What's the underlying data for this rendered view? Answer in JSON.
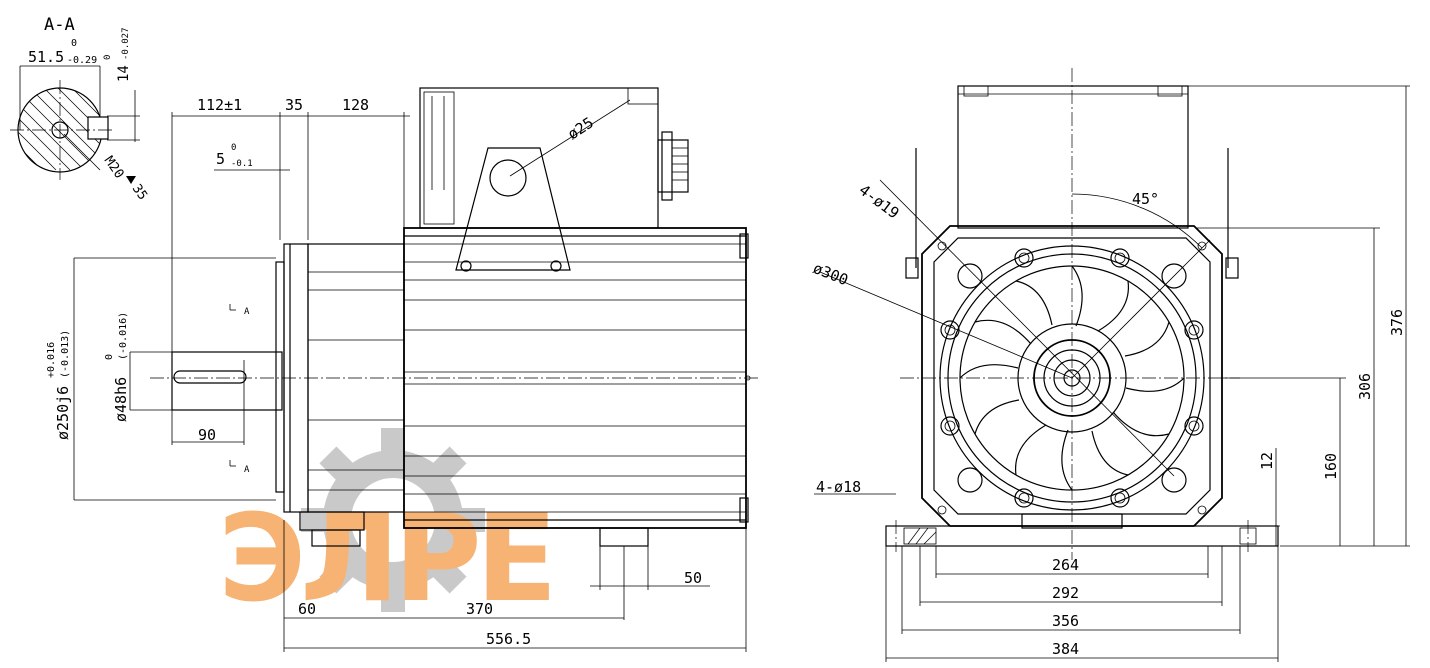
{
  "section": {
    "title": "A-A",
    "width_dim": "51.5",
    "width_tol_upper": "0",
    "width_tol_lower": "-0.29",
    "key_dim": "14",
    "key_tol_upper": "0",
    "key_tol_lower": "-0.027",
    "thread_callout": "M20",
    "thread_depth": "35"
  },
  "side_view": {
    "dim_112": "112±1",
    "dim_35": "35",
    "dim_128": "128",
    "keyway_depth": "5",
    "keyway_tol_upper": "0",
    "keyway_tol_lower": "-0.1",
    "bore_dia": "ø25",
    "shaft_dia": "ø48h6",
    "shaft_tol_upper": "0",
    "shaft_tol_lower": "(-0.016)",
    "spigot_dia": "ø250j6",
    "spigot_tol_upper": "+0.016",
    "spigot_tol_lower": "(-0.013)",
    "key_length": "90",
    "section_mark": "A",
    "dim_50": "50",
    "dim_60": "60",
    "dim_370": "370",
    "dim_556_5": "556.5"
  },
  "end_view": {
    "bolt_holes_top": "4-ø19",
    "pcd": "ø300",
    "angle": "45°",
    "feet_holes": "4-ø18",
    "height_376": "376",
    "height_306": "306",
    "height_160": "160",
    "foot_12": "12",
    "width_264": "264",
    "width_292": "292",
    "width_356": "356",
    "width_384": "384"
  },
  "watermark": {
    "text": "ЭЛРЕ",
    "colors": {
      "orange": "#f39a45",
      "gray": "#9a9a9a"
    }
  }
}
